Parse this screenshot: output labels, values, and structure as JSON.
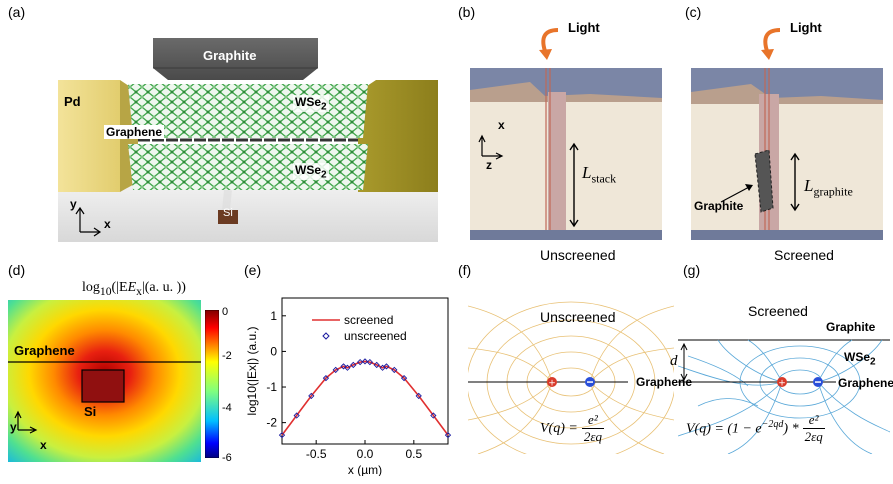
{
  "panels": {
    "a": {
      "label": "(a)",
      "graphite": "Graphite",
      "pd": "Pd",
      "wse2_top": "WSe",
      "wse2_bottom": "WSe",
      "sub2": "2",
      "graphene": "Graphene",
      "si": "Si",
      "axis_y": "y",
      "axis_x": "x"
    },
    "b": {
      "label": "(b)",
      "light": "Light",
      "axis_x": "x",
      "axis_z": "z",
      "l_main": "L",
      "l_sub": "stack",
      "caption": "Unscreened"
    },
    "c": {
      "label": "(c)",
      "light": "Light",
      "graphite": "Graphite",
      "l_main": "L",
      "l_sub": "graphite",
      "caption": "Screened"
    },
    "d": {
      "label": "(d)",
      "title_log": "log",
      "title_sub": "10",
      "title_rest": "(|E",
      "title_x": "x",
      "title_end": "|(a. u. ))",
      "graphene": "Graphene",
      "si": "Si",
      "axis_y": "y",
      "axis_x": "x",
      "colorbar_ticks": [
        "0",
        "-2",
        "-4",
        "-6"
      ]
    },
    "e": {
      "label": "(e)",
      "ylabel": "log10(|Ex|) (a.u.)",
      "xlabel": "x (µm)",
      "legend_screened": "screened",
      "legend_unscreened": "unscreened"
    },
    "f": {
      "label": "(f)",
      "title": "Unscreened",
      "graphene": "Graphene",
      "formula_lhs": "V(q) =",
      "formula_num": "e²",
      "formula_den": "2εq"
    },
    "g": {
      "label": "(g)",
      "title": "Screened",
      "graphite": "Graphite",
      "wse2": "WSe",
      "sub2": "2",
      "graphene": "Graphene",
      "d": "d",
      "formula_lhs": "V(q) = (1 − e",
      "formula_exp": "−2qd",
      "formula_mid": ") *",
      "formula_num": "e²",
      "formula_den": "2εq"
    }
  },
  "chart_data": {
    "type": "line",
    "xlabel": "x (µm)",
    "ylabel": "log10(|Ex|) (a.u.)",
    "xlim": [
      -0.85,
      0.85
    ],
    "ylim": [
      -2.6,
      1.5
    ],
    "xticks": [
      -0.5,
      0,
      0.5
    ],
    "xtick_labels": [
      "-0.5",
      "0.0",
      "0.5"
    ],
    "yticks": [
      -2,
      -1,
      0,
      1
    ],
    "ytick_labels": [
      "-2",
      "-1",
      "0",
      "1"
    ],
    "legend": "top-right",
    "series": [
      {
        "name": "screened",
        "color": "#e03030",
        "style": "line",
        "x": [
          -0.85,
          -0.7,
          -0.55,
          -0.4,
          -0.3,
          -0.22,
          -0.18,
          -0.12,
          -0.05,
          0,
          0.05,
          0.12,
          0.18,
          0.22,
          0.3,
          0.4,
          0.55,
          0.7,
          0.85
        ],
        "y": [
          -2.35,
          -1.8,
          -1.25,
          -0.75,
          -0.52,
          -0.42,
          -0.46,
          -0.38,
          -0.3,
          -0.28,
          -0.3,
          -0.38,
          -0.46,
          -0.42,
          -0.52,
          -0.75,
          -1.25,
          -1.8,
          -2.35
        ]
      },
      {
        "name": "unscreened",
        "color": "#1a1aa0",
        "style": "marker",
        "x": [
          -0.85,
          -0.7,
          -0.55,
          -0.4,
          -0.3,
          -0.22,
          -0.18,
          -0.12,
          -0.05,
          0,
          0.05,
          0.12,
          0.18,
          0.22,
          0.3,
          0.4,
          0.55,
          0.7,
          0.85
        ],
        "y": [
          -2.35,
          -1.8,
          -1.25,
          -0.75,
          -0.52,
          -0.42,
          -0.46,
          -0.38,
          -0.3,
          -0.28,
          -0.3,
          -0.38,
          -0.46,
          -0.42,
          -0.52,
          -0.75,
          -1.25,
          -1.8,
          -2.35
        ]
      }
    ]
  }
}
